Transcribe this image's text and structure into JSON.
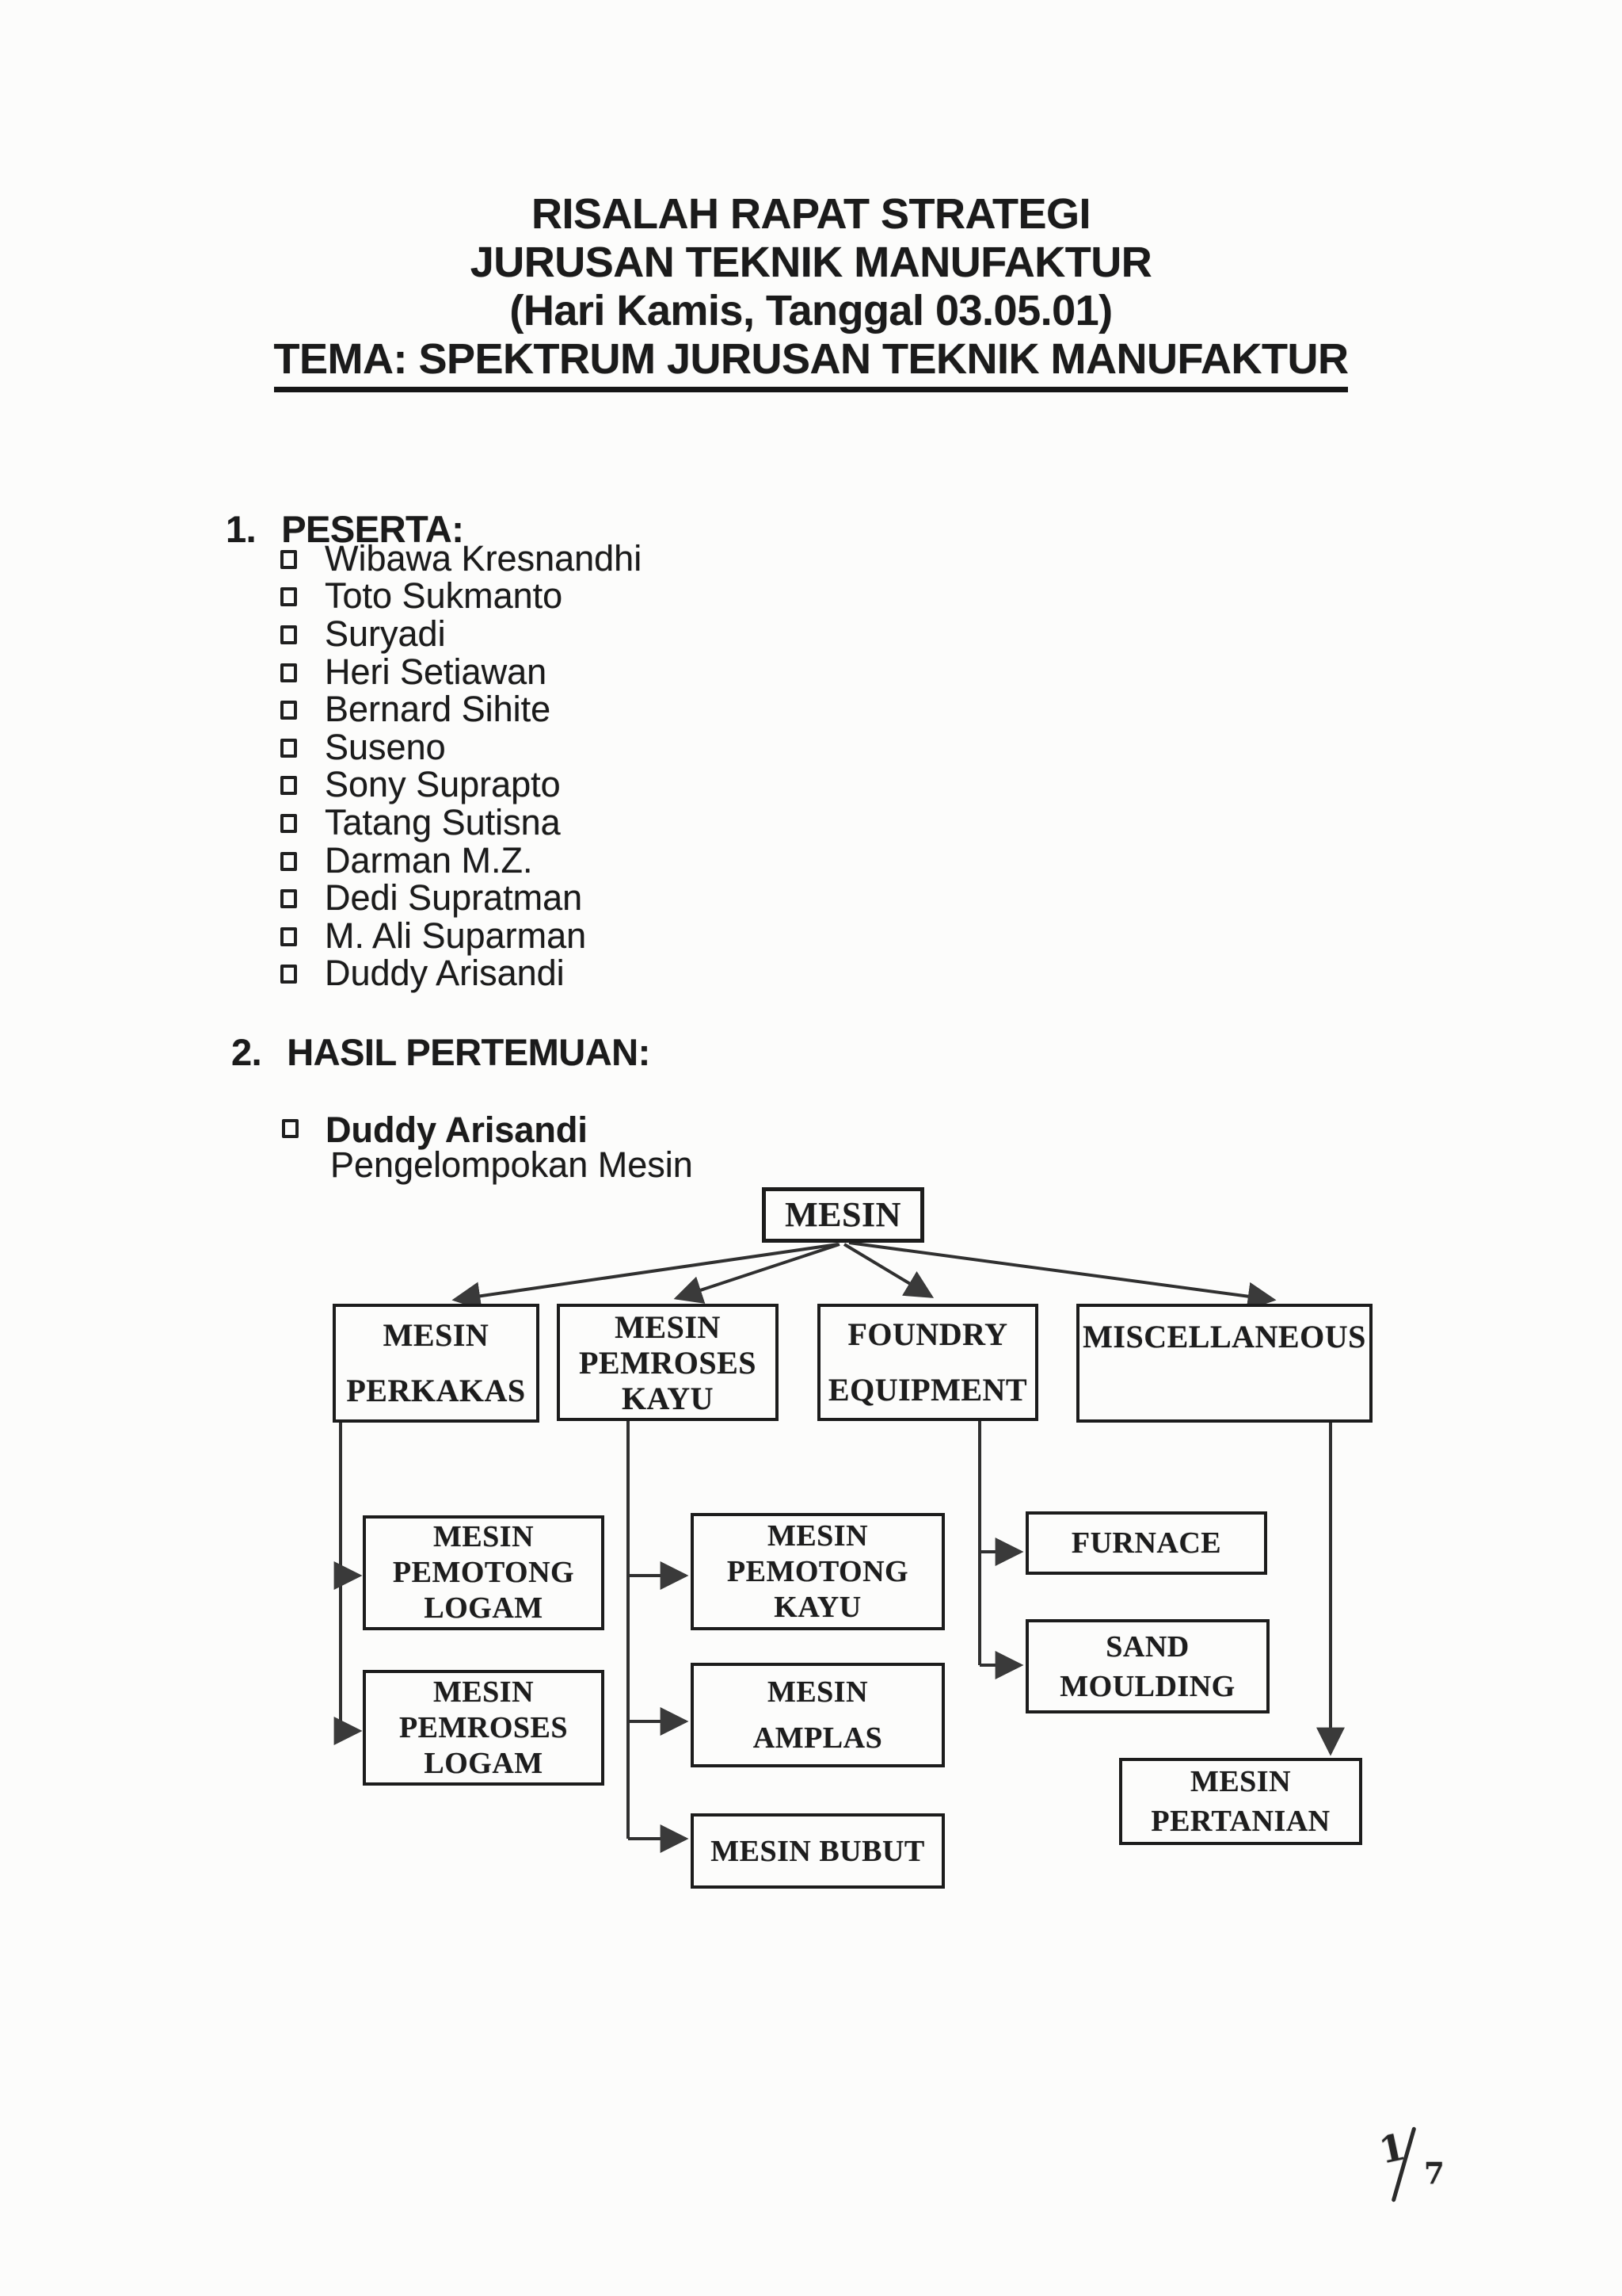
{
  "page": {
    "title_lines": [
      "RISALAH RAPAT STRATEGI",
      "JURUSAN TEKNIK MANUFAKTUR",
      "(Hari Kamis, Tanggal 03.05.01)",
      "TEMA: SPEKTRUM JURUSAN TEKNIK MANUFAKTUR"
    ],
    "sections": {
      "peserta": {
        "number": "1.",
        "label": "PESERTA:",
        "participants": [
          "Wibawa Kresnandhi",
          "Toto Sukmanto",
          "Suryadi",
          "Heri Setiawan",
          "Bernard Sihite",
          "Suseno",
          "Sony Suprapto",
          "Tatang Sutisna",
          "Darman M.Z.",
          "Dedi Supratman",
          "M. Ali Suparman",
          "Duddy Arisandi"
        ]
      },
      "hasil": {
        "number": "2.",
        "label": "HASIL PERTEMUAN:",
        "speaker": "Duddy Arisandi",
        "topic": "Pengelompokan Mesin"
      }
    },
    "page_number": {
      "numerator": "1",
      "denominator": "7"
    },
    "colors": {
      "ink": "#1b1b1b",
      "paper": "#fcfcfb",
      "arrow": "#3a3a3a"
    }
  },
  "diagram": {
    "root": "mesin",
    "nodes": [
      {
        "id": "mesin",
        "lines": [
          "MESIN"
        ],
        "children": [
          "mesin-perkakas",
          "mesin-pemroses-kayu",
          "foundry-equipment",
          "miscellaneous"
        ]
      },
      {
        "id": "mesin-perkakas",
        "lines": [
          "MESIN",
          "PERKAKAS"
        ],
        "children": [
          "mesin-pemotong-logam",
          "mesin-pemroses-logam"
        ]
      },
      {
        "id": "mesin-pemroses-kayu",
        "lines": [
          "MESIN",
          "PEMROSES",
          "KAYU"
        ],
        "children": [
          "mesin-pemotong-kayu",
          "mesin-amplas",
          "mesin-bubut"
        ]
      },
      {
        "id": "foundry-equipment",
        "lines": [
          "FOUNDRY",
          "EQUIPMENT"
        ],
        "children": [
          "furnace",
          "sand-moulding"
        ]
      },
      {
        "id": "miscellaneous",
        "lines": [
          "MISCELLANEOUS"
        ],
        "children": [
          "mesin-pertanian"
        ]
      },
      {
        "id": "mesin-pemotong-logam",
        "lines": [
          "MESIN",
          "PEMOTONG",
          "LOGAM"
        ],
        "children": []
      },
      {
        "id": "mesin-pemroses-logam",
        "lines": [
          "MESIN",
          "PEMROSES",
          "LOGAM"
        ],
        "children": []
      },
      {
        "id": "mesin-pemotong-kayu",
        "lines": [
          "MESIN",
          "PEMOTONG",
          "KAYU"
        ],
        "children": []
      },
      {
        "id": "mesin-amplas",
        "lines": [
          "MESIN",
          "AMPLAS"
        ],
        "children": []
      },
      {
        "id": "mesin-bubut",
        "lines": [
          "MESIN BUBUT"
        ],
        "children": []
      },
      {
        "id": "furnace",
        "lines": [
          "FURNACE"
        ],
        "children": []
      },
      {
        "id": "sand-moulding",
        "lines": [
          "SAND",
          "MOULDING"
        ],
        "children": []
      },
      {
        "id": "mesin-pertanian",
        "lines": [
          "MESIN",
          "PERTANIAN"
        ],
        "children": []
      }
    ]
  }
}
